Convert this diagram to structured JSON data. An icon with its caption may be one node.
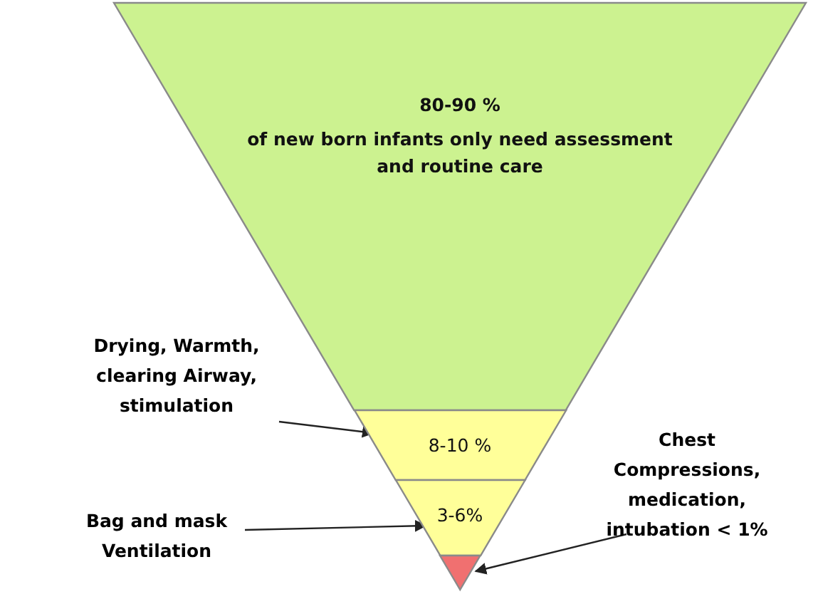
{
  "diagram": {
    "nodes": [
      {
        "text": [
          "80-90 %",
          "of new born infants only need assessment and routine care"
        ]
      },
      {
        "text": [
          "8-10 %"
        ]
      },
      {
        "text": [
          "3-6%"
        ]
      },
      {
        "text": [],
        "shape": "triangle"
      },
      {
        "text": [
          "Drying, Warmth, clearing Airway, stimulation"
        ]
      },
      {
        "text": [
          "Bag and mask Ventilation"
        ]
      },
      {
        "text": [
          "Chest Compressions, medication, intubation < 1%"
        ]
      }
    ],
    "edges": [
      {
        "from": 4,
        "to": 1,
        "arrow": "to"
      },
      {
        "from": 5,
        "to": 2,
        "arrow": "to"
      },
      {
        "from": 6,
        "to": 3,
        "arrow": "to"
      }
    ]
  }
}
